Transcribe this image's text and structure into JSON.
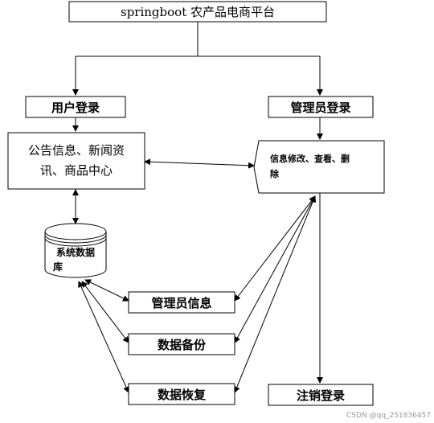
{
  "diagram": {
    "title": "springboot 农产品电商平台",
    "user_login": "用户登录",
    "admin_login": "管理员登录",
    "public_info_line1": "公告信息、新闻资",
    "public_info_line2": "讯、商品中心",
    "admin_ops_line1": "信息修改、查看、删",
    "admin_ops_line2": "除",
    "database_line1": "系统数据",
    "database_line2": "库",
    "admin_info": "管理员信息",
    "data_backup": "数据备份",
    "data_restore": "数据恢复",
    "logout": "注销登录"
  },
  "watermark": "CSDN @qq_251836457"
}
